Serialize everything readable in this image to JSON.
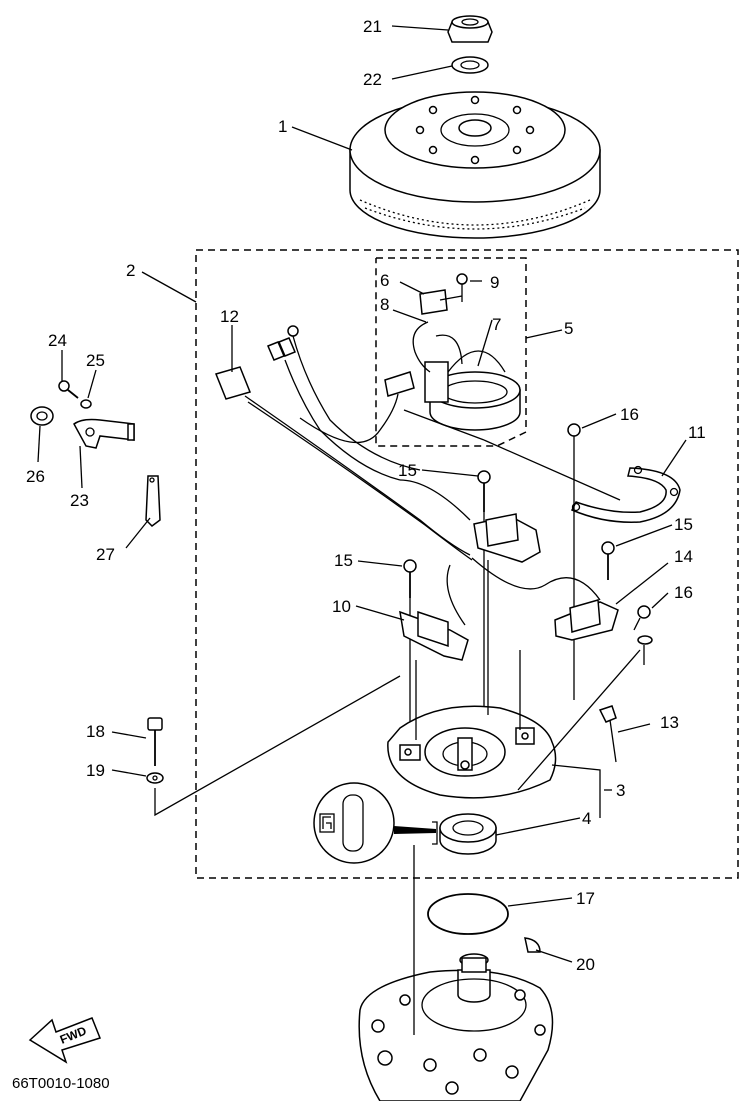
{
  "diagram": {
    "code": "66T0010-1080",
    "fwd_label": "FWD",
    "callouts": {
      "c1": "1",
      "c2": "2",
      "c3": "3",
      "c4": "4",
      "c5": "5",
      "c6": "6",
      "c7": "7",
      "c8": "8",
      "c9": "9",
      "c10": "10",
      "c11": "11",
      "c12": "12",
      "c13": "13",
      "c14": "14",
      "c15a": "15",
      "c15b": "15",
      "c15c": "15",
      "c16a": "16",
      "c16b": "16",
      "c17": "17",
      "c18": "18",
      "c19": "19",
      "c20": "20",
      "c21": "21",
      "c22": "22",
      "c23": "23",
      "c24": "24",
      "c25": "25",
      "c26": "26",
      "c27": "27"
    }
  }
}
